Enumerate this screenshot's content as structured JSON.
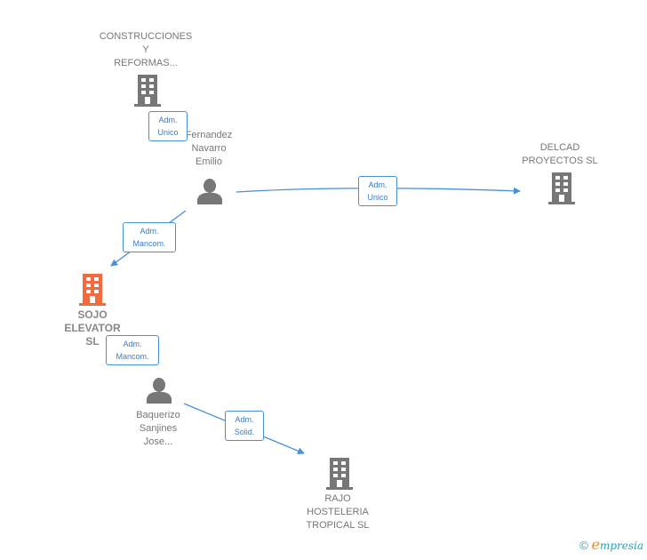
{
  "nodes": {
    "construcciones": {
      "lines": [
        "CONSTRUCCIONES",
        "Y",
        "REFORMAS..."
      ],
      "type": "company"
    },
    "fernandez": {
      "lines": [
        "Fernandez",
        "Navarro",
        "Emilio"
      ],
      "type": "person"
    },
    "delcad": {
      "lines": [
        "DELCAD",
        "PROYECTOS SL"
      ],
      "type": "company"
    },
    "sojo": {
      "lines": [
        "SOJO",
        "ELEVATOR",
        "SL"
      ],
      "type": "company-main"
    },
    "baquerizo": {
      "lines": [
        "Baquerizo",
        "Sanjines",
        "Jose..."
      ],
      "type": "person"
    },
    "rajo": {
      "lines": [
        "RAJO",
        "HOSTELERIA",
        "TROPICAL SL"
      ],
      "type": "company"
    }
  },
  "relations": [
    {
      "from": "fernandez",
      "to": "construcciones",
      "lines": [
        "Adm.",
        "Unico"
      ]
    },
    {
      "from": "fernandez",
      "to": "delcad",
      "lines": [
        "Adm.",
        "Unico"
      ]
    },
    {
      "from": "fernandez",
      "to": "sojo",
      "lines": [
        "Adm.",
        "Mancom."
      ]
    },
    {
      "from": "baquerizo",
      "to": "sojo",
      "lines": [
        "Adm.",
        "Mancom."
      ]
    },
    {
      "from": "baquerizo",
      "to": "rajo",
      "lines": [
        "Adm.",
        "Solid."
      ]
    }
  ],
  "colors": {
    "edge": "#4a90d9",
    "company": "#777777",
    "main_company": "#f26a3d",
    "person": "#777777"
  },
  "footer": {
    "copyright": "©",
    "brand_e": "e",
    "brand_rest": "mpresia"
  }
}
